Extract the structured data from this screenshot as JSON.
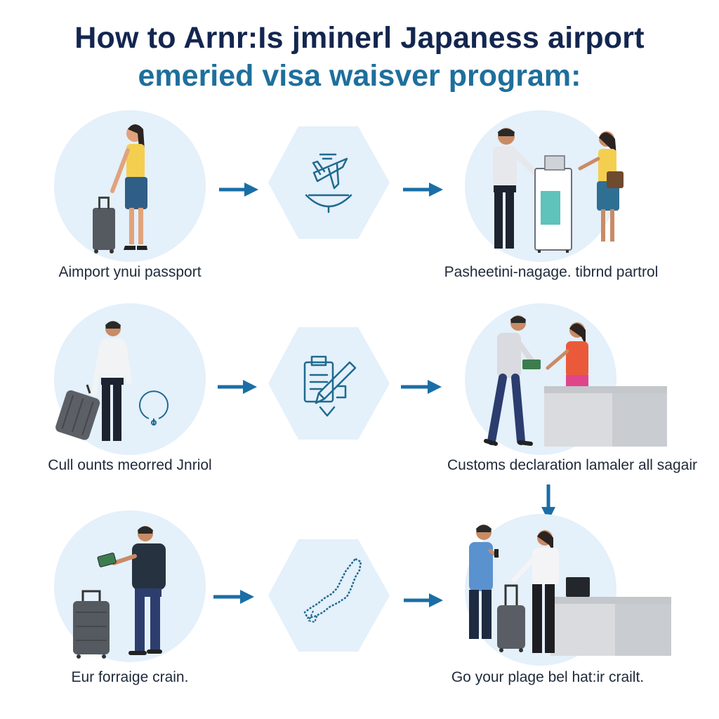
{
  "title": {
    "line1": "How to Arnr:Is jminerl Japaness airport",
    "line2": "emeried visa waisver program:"
  },
  "steps": [
    {
      "caption": "Aimport ynui passport",
      "icon": "traveler-with-luggage"
    },
    {
      "caption": "",
      "icon": "airplane-icon"
    },
    {
      "caption": "Pasheetini-nagage. tibrnd partrol",
      "icon": "passport-control-kiosk"
    },
    {
      "caption": "Cull ounts meorred Jnriol",
      "icon": "traveler-with-suitcase"
    },
    {
      "caption": "",
      "icon": "form-pen-icon"
    },
    {
      "caption": "Customs declaration lamaler all sagair",
      "icon": "customs-counter"
    },
    {
      "caption": "Eur forraige crain.",
      "icon": "traveler-with-phone"
    },
    {
      "caption": "",
      "icon": "japan-map-icon"
    },
    {
      "caption": "Go your plage bel hat:ir crailt.",
      "icon": "check-in-counter"
    }
  ],
  "colors": {
    "title_dark": "#13264f",
    "title_accent": "#1e6f9c",
    "arrow": "#1a6ea6",
    "circle_fill": "#e4f0fa",
    "icon_stroke": "#1f6a8f"
  }
}
